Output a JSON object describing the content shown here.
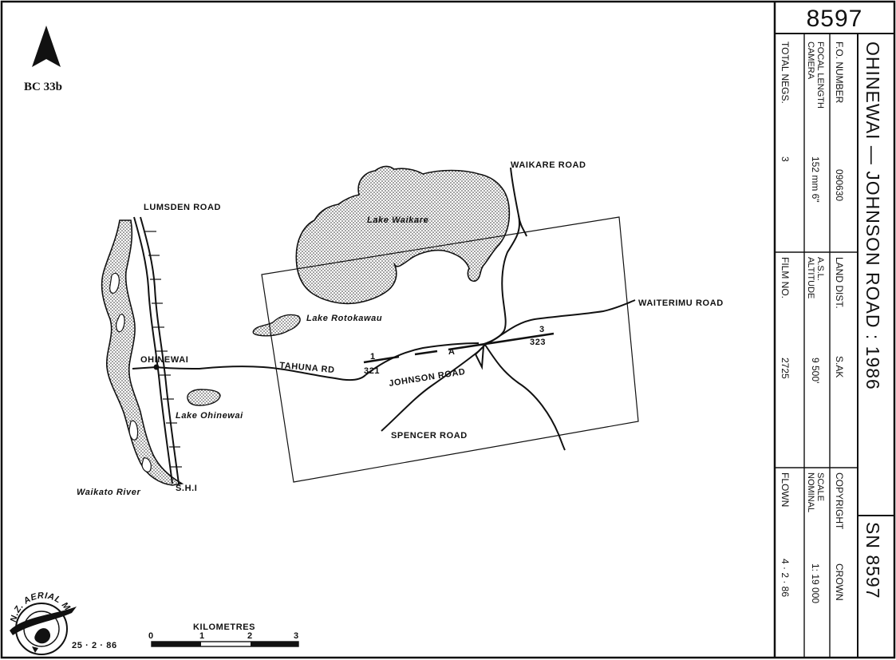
{
  "map": {
    "north_letter": "N",
    "sheet_code": "BC 33b",
    "roads": {
      "lumsden": "LUMSDEN ROAD",
      "waikare": "WAIKARE ROAD",
      "waiterimu": "WAITERIMU ROAD",
      "tahuna": "TAHUNA RD",
      "johnson": "JOHNSON ROAD",
      "spencer": "SPENCER ROAD",
      "sh1": "S.H.I"
    },
    "places": {
      "ohinewai": "OHINEWAI"
    },
    "water": {
      "lake_waikare": "Lake Waikare",
      "lake_rotokawau": "Lake Rotokawau",
      "lake_ohinewai": "Lake Ohinewai",
      "waikato_river": "Waikato River"
    },
    "run": {
      "start_no": "1",
      "start_frame": "321",
      "label": "A",
      "end_no": "3",
      "end_frame": "323"
    },
    "logo_text": "N.Z. AERIAL MAPPING LTD.",
    "date_printed": "25 · 2 · 86",
    "scale_bar": {
      "title": "KILOMETRES",
      "ticks": [
        "0",
        "1",
        "2",
        "3"
      ]
    }
  },
  "panel": {
    "sheet_number": "8597",
    "title": "OHINEWAI — JOHNSON ROAD : 1986",
    "sn": "SN 8597",
    "fields": {
      "fo_number_label": "F.O. NUMBER",
      "fo_number_value": "090630",
      "land_dist_label": "LAND DIST.",
      "land_dist_value": "S.AK",
      "copyright_label": "COPYRIGHT",
      "copyright_value": "CROWN",
      "camera_label_1": "CAMERA",
      "camera_label_2": "FOCAL LENGTH",
      "camera_value": "152 mm   6\"",
      "altitude_label_1": "ALTITUDE",
      "altitude_label_2": "A.S.L.",
      "altitude_value": "9 500'",
      "nominal_label_1": "NOMINAL",
      "nominal_label_2": "SCALE",
      "nominal_value": "1: 19 000",
      "total_negs_label": "TOTAL NEGS.",
      "total_negs_value": "3",
      "film_no_label": "FILM NO.",
      "film_no_value": "2725",
      "flown_label": "FLOWN",
      "flown_value": "4 · 2 · 86"
    }
  }
}
